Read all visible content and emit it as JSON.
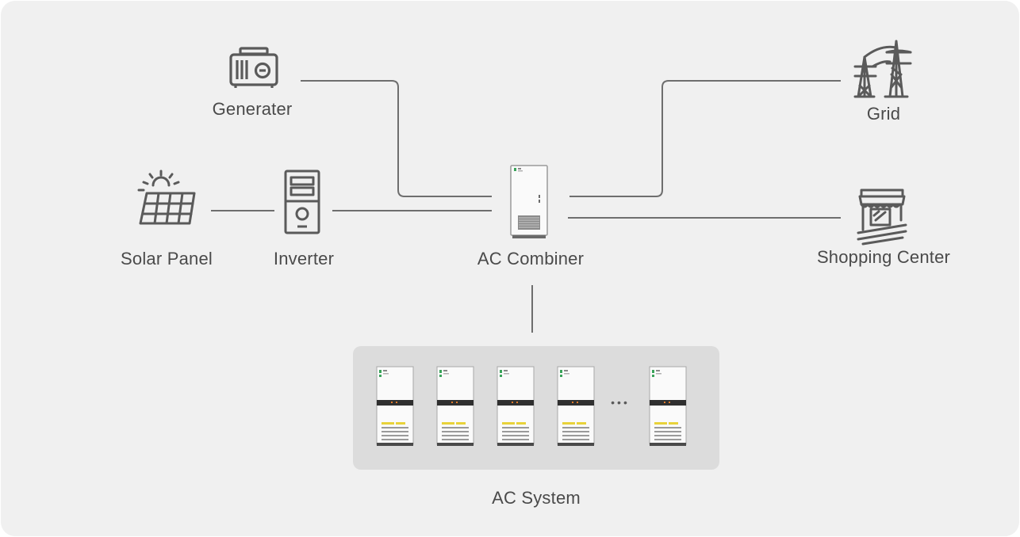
{
  "nodes": {
    "generator": "Generater",
    "grid": "Grid",
    "solar_panel": "Solar Panel",
    "inverter": "Inverter",
    "ac_combiner": "AC Combiner",
    "shopping_center": "Shopping Center",
    "ac_system": "AC System"
  },
  "ac_system": {
    "ellipsis": "•••"
  },
  "colors": {
    "background": "#f0f0f0",
    "icon": "#5a5a5a",
    "line": "#6e6e6e",
    "system_box": "#dcdcdc",
    "accent_green": "#3aa35a",
    "warning_yellow": "#e8d23a"
  }
}
